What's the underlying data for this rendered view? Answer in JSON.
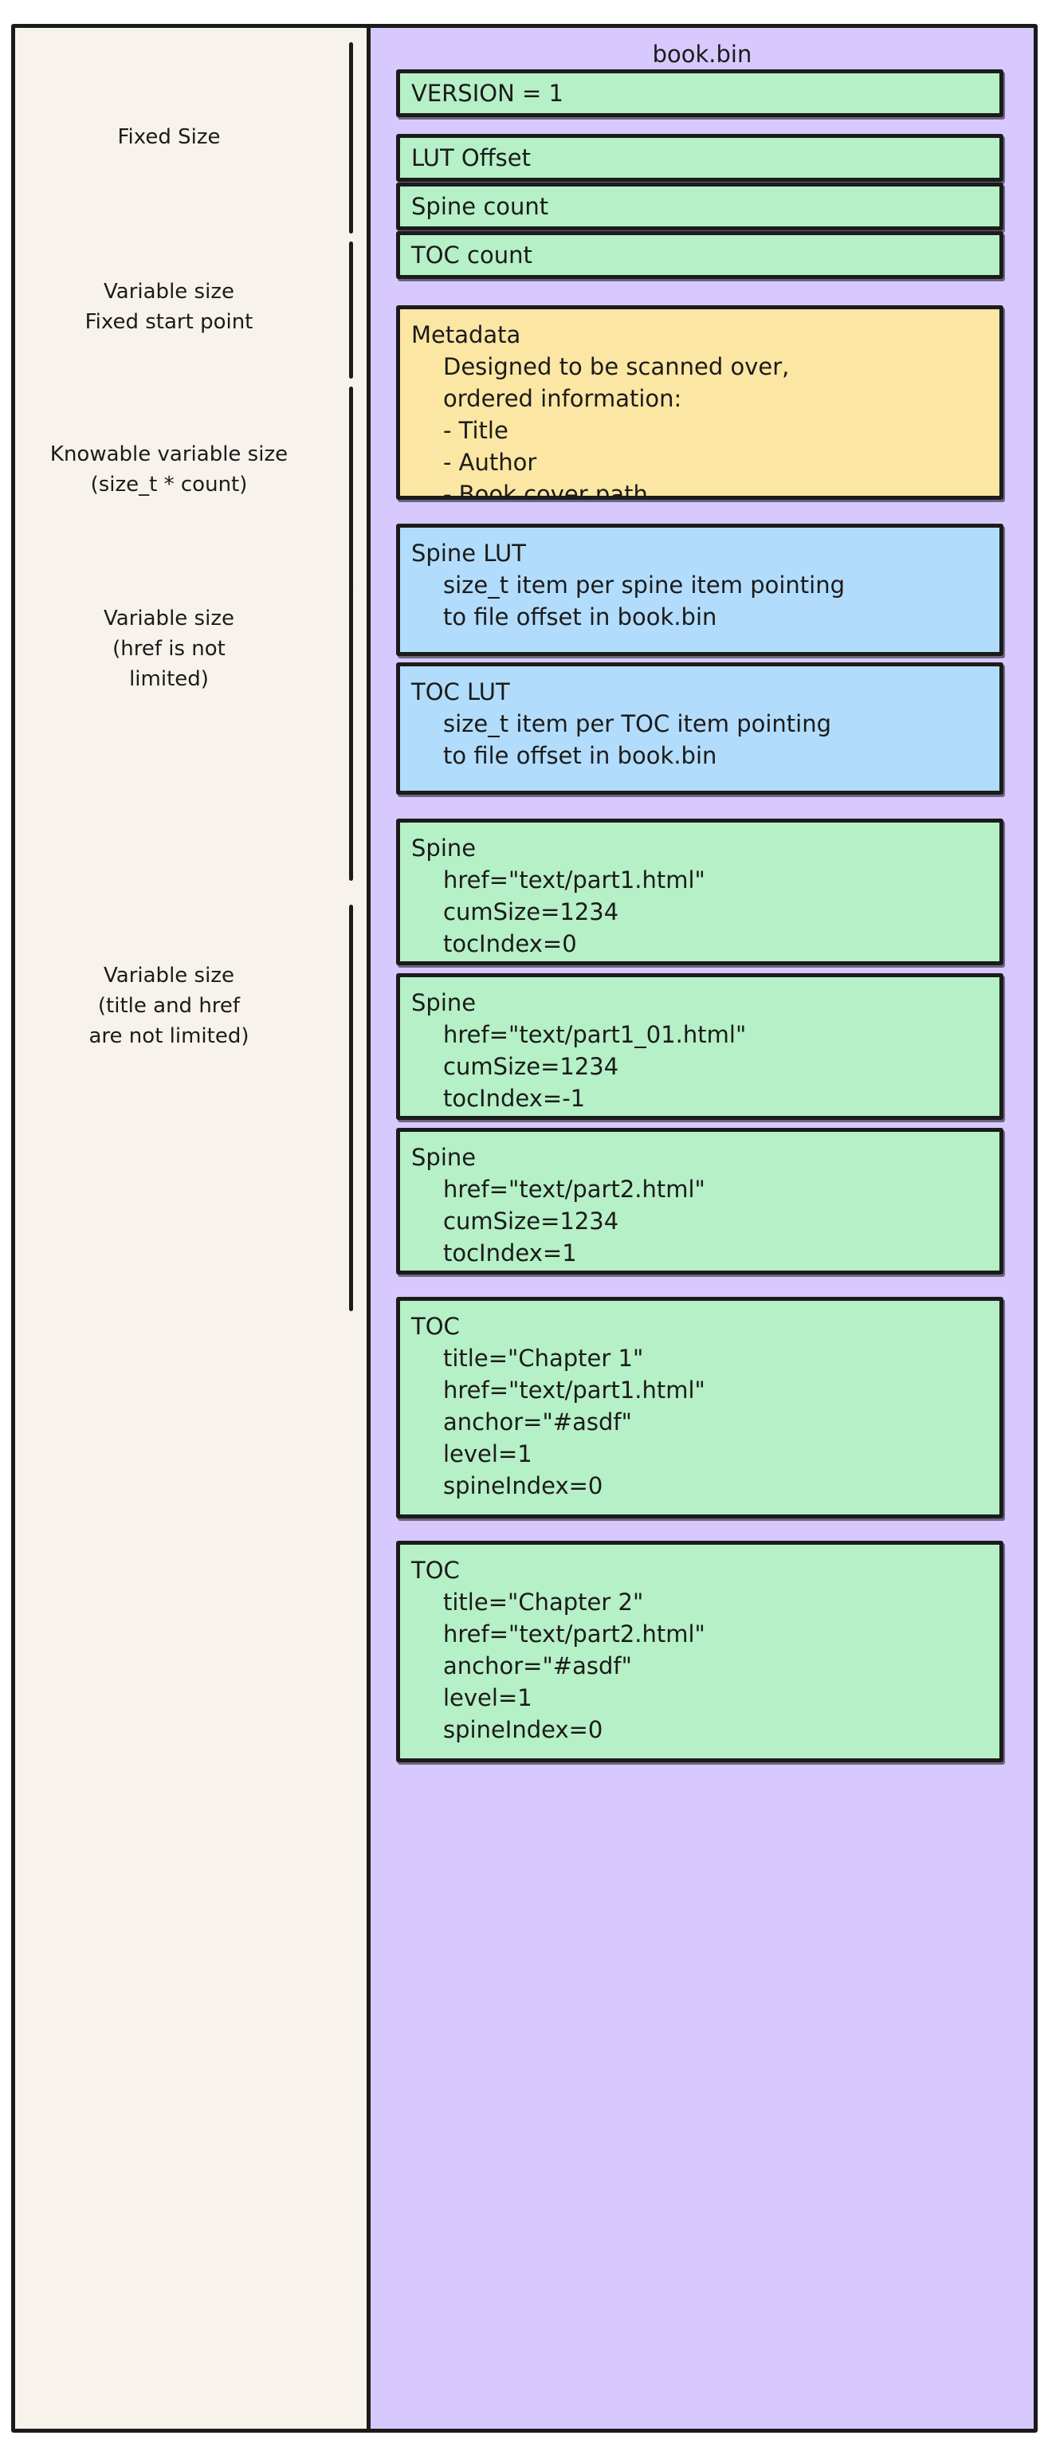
{
  "diagram": {
    "title": "book.bin",
    "annotations": [
      {
        "id": "fixed-size",
        "text": "Fixed Size"
      },
      {
        "id": "variable-fixed-start",
        "text": "Variable size\nFixed start point"
      },
      {
        "id": "knowable-variable-size",
        "text": "Knowable variable size\n(size_t * count)"
      },
      {
        "id": "variable-href",
        "text": "Variable size\n(href is not\nlimited)"
      },
      {
        "id": "variable-title-href",
        "text": "Variable size\n(title and href\nare not limited)"
      }
    ],
    "sections": [
      {
        "id": "version",
        "color": "green",
        "kind": "single",
        "head": "VERSION = 1",
        "body": ""
      },
      {
        "id": "lut-offset",
        "color": "green",
        "kind": "single",
        "head": "LUT Offset",
        "body": ""
      },
      {
        "id": "spine-count",
        "color": "green",
        "kind": "single",
        "head": "Spine count",
        "body": ""
      },
      {
        "id": "toc-count",
        "color": "green",
        "kind": "single",
        "head": "TOC count",
        "body": ""
      },
      {
        "id": "metadata",
        "color": "yellow",
        "kind": "block",
        "head": "Metadata",
        "body": "Designed to be scanned over,\nordered information:\n   - Title\n   - Author\n   - Book cover path"
      },
      {
        "id": "spine-lut",
        "color": "blue",
        "kind": "block",
        "head": "Spine LUT",
        "body": "size_t item per spine item pointing\nto file offset in book.bin"
      },
      {
        "id": "toc-lut",
        "color": "blue",
        "kind": "block",
        "head": "TOC LUT",
        "body": "size_t item per TOC item pointing\nto file offset in book.bin"
      },
      {
        "id": "spine-1",
        "color": "green",
        "kind": "block",
        "head": "Spine",
        "body": "href=\"text/part1.html\"\ncumSize=1234\ntocIndex=0"
      },
      {
        "id": "spine-2",
        "color": "green",
        "kind": "block",
        "head": "Spine",
        "body": "href=\"text/part1_01.html\"\ncumSize=1234\ntocIndex=-1"
      },
      {
        "id": "spine-3",
        "color": "green",
        "kind": "block",
        "head": "Spine",
        "body": "href=\"text/part2.html\"\ncumSize=1234\ntocIndex=1"
      },
      {
        "id": "toc-1",
        "color": "green",
        "kind": "block",
        "head": "TOC",
        "body": "title=\"Chapter 1\"\nhref=\"text/part1.html\"\nanchor=\"#asdf\"\nlevel=1\nspineIndex=0"
      },
      {
        "id": "toc-2",
        "color": "green",
        "kind": "block",
        "head": "TOC",
        "body": "title=\"Chapter 2\"\nhref=\"text/part2.html\"\nanchor=\"#asdf\"\nlevel=1\nspineIndex=0"
      }
    ],
    "colors": {
      "green": "#b6f0c6",
      "yellow": "#fce6a3",
      "blue": "#b2dcfb",
      "panel": "#d7c9fd",
      "page": "#f8f2ec",
      "ink": "#1b1b1b"
    }
  }
}
